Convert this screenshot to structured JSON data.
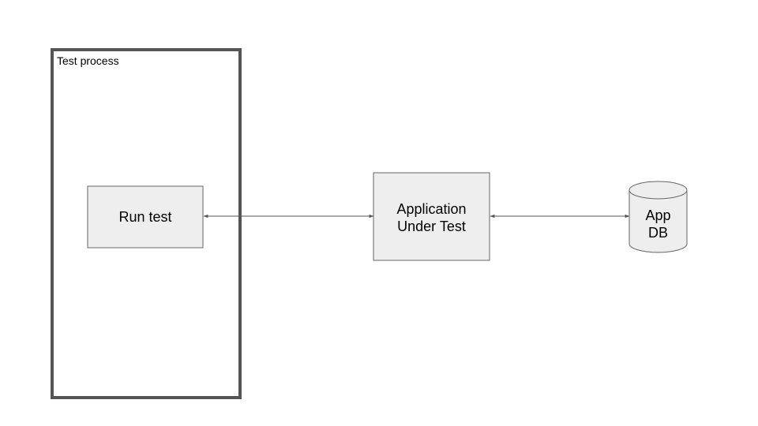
{
  "diagram": {
    "container": {
      "label": "Test process"
    },
    "nodes": {
      "run_test": {
        "label": "Run test"
      },
      "application": {
        "line1": "Application",
        "line2": "Under Test"
      },
      "database": {
        "line1": "App",
        "line2": "DB"
      }
    },
    "edges": [
      {
        "from": "Run test",
        "to": "Application Under Test",
        "direction": "bidirectional"
      },
      {
        "from": "Application Under Test",
        "to": "App DB",
        "direction": "bidirectional"
      }
    ]
  },
  "colors": {
    "node_fill": "#eeeeee",
    "node_stroke": "#666666",
    "container_stroke": "#555555",
    "edge": "#555555",
    "text": "#000000"
  }
}
